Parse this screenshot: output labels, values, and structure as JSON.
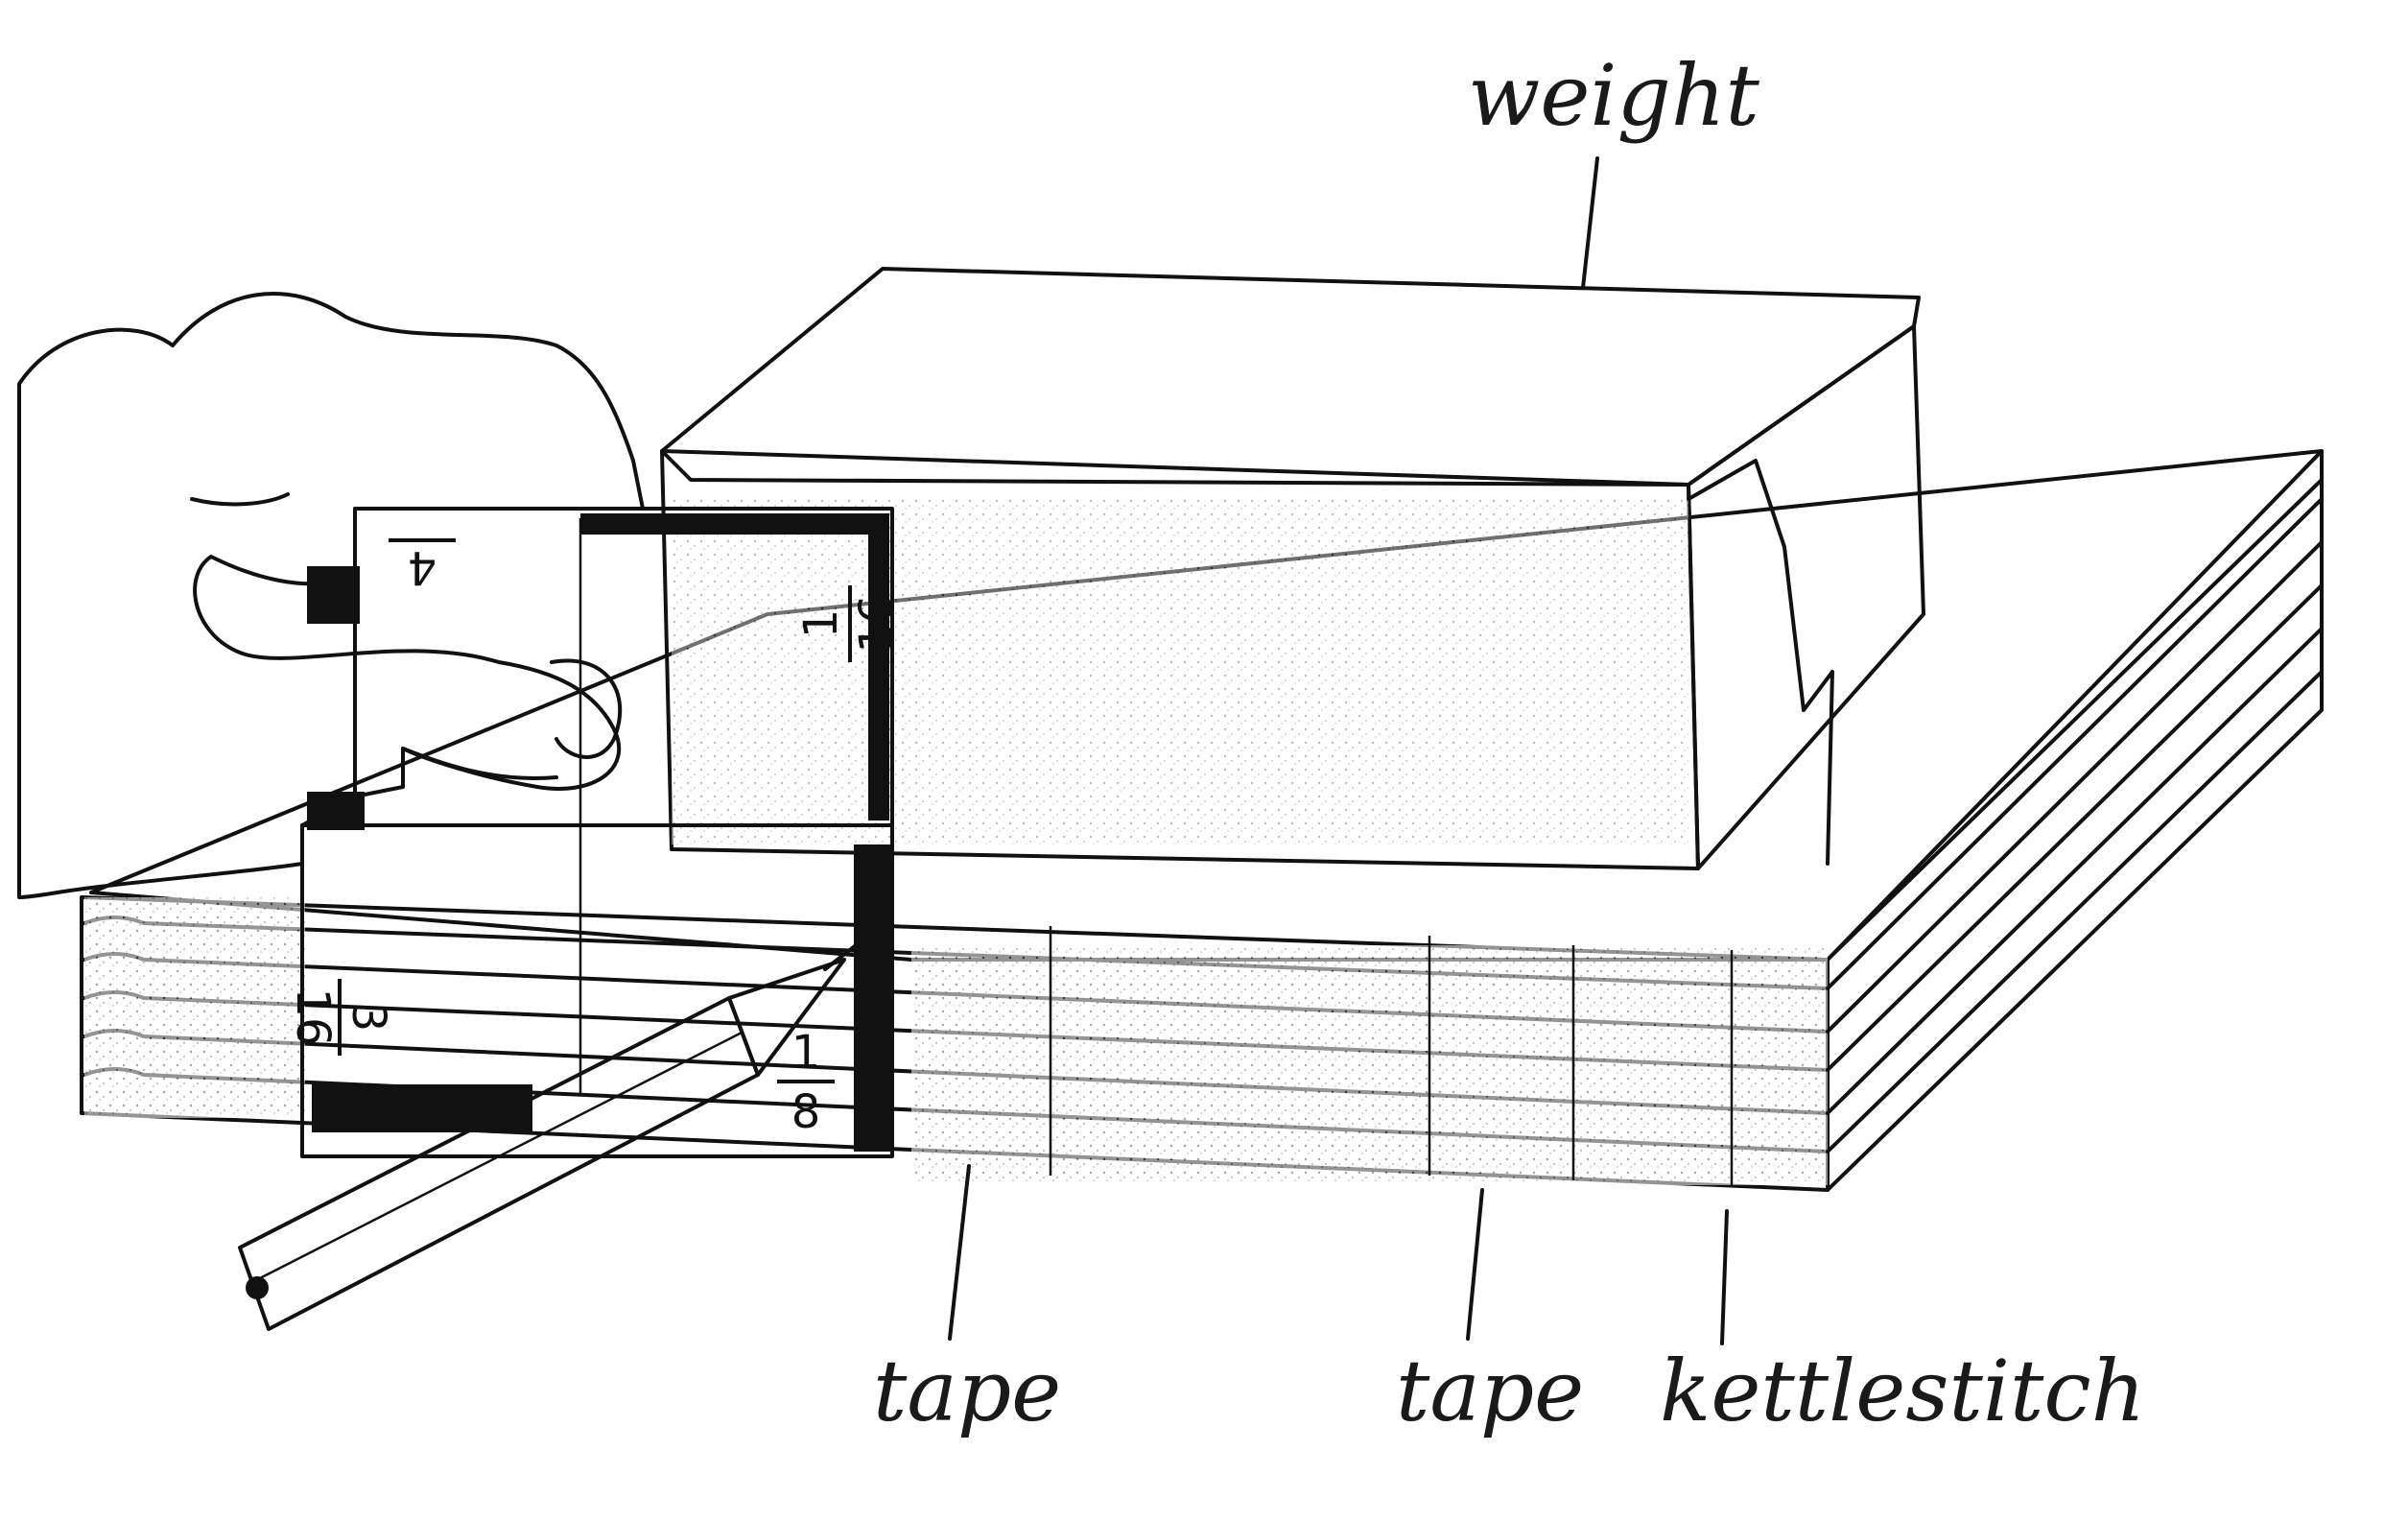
{
  "labels": {
    "weight": "weight",
    "tape_left": "tape",
    "tape_right": "tape",
    "kettlestitch": "kettlestitch"
  },
  "gauge": {
    "quarter": "4",
    "sixteenth_num": "1",
    "sixteenth_den": "16",
    "three_sixteenths_num": "3",
    "three_sixteenths_den": "16",
    "eighth_num": "1",
    "eighth_den": "8"
  },
  "colors": {
    "ink": "#111111",
    "paper": "#ffffff",
    "shade": "#8a8a8a"
  }
}
